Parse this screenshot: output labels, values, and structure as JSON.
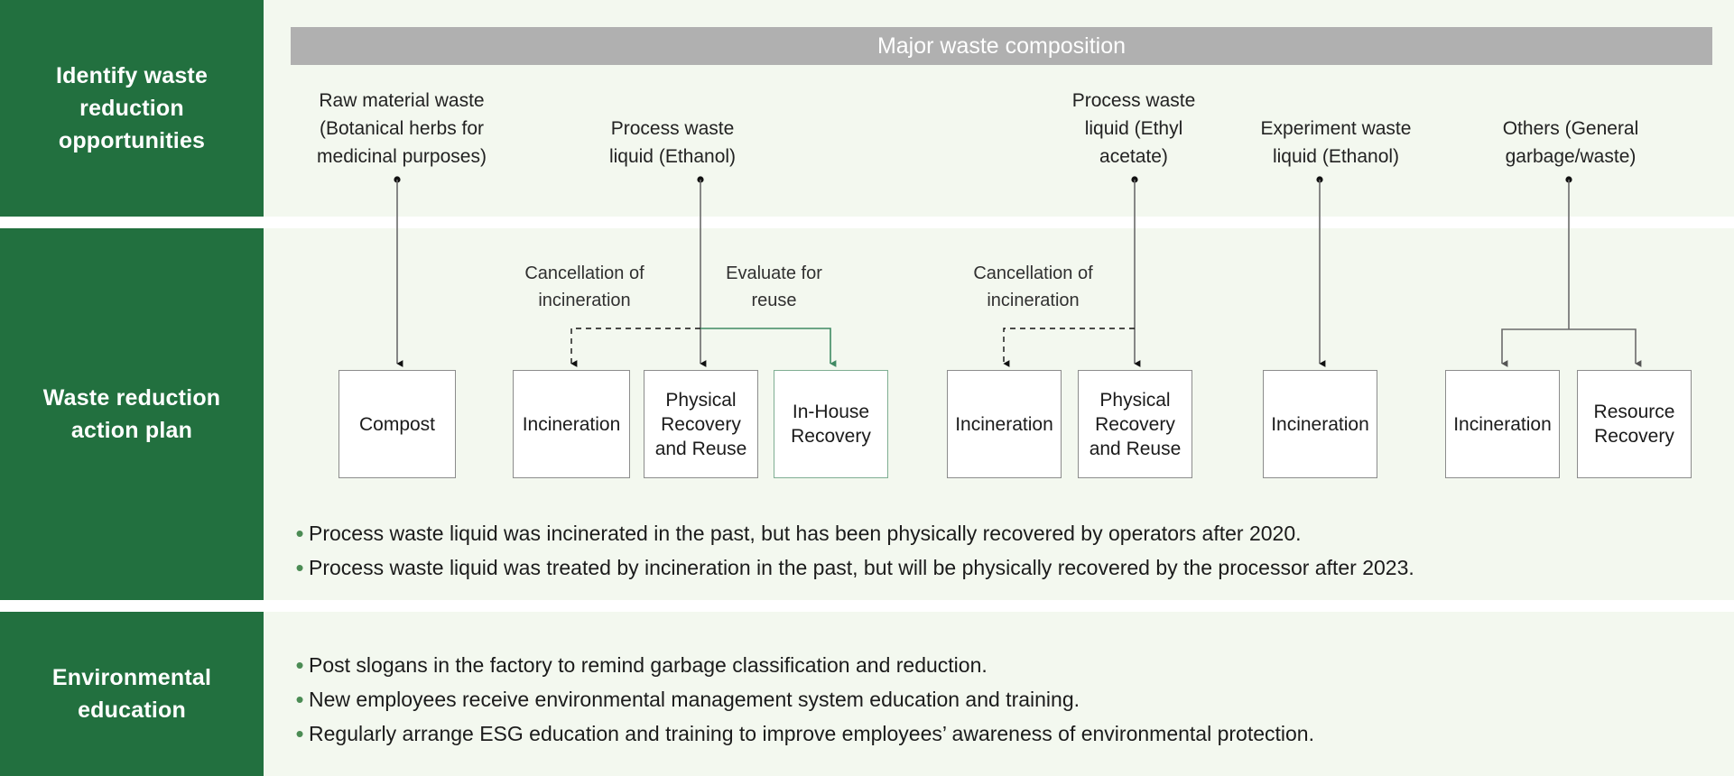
{
  "rows": [
    {
      "label": "Identify waste reduction opportunities"
    },
    {
      "label": "Waste reduction action plan"
    },
    {
      "label": "Environmental education"
    }
  ],
  "header": {
    "title": "Major waste composition",
    "bar_color": "#b0b0b0"
  },
  "theme": {
    "panel_green": "#22703f",
    "page_bg": "#f3f8ef",
    "bullet_green": "#4b8c54",
    "accent_green": "#3f8a63"
  },
  "sources": [
    {
      "id": "raw-material-waste",
      "label": "Raw material waste (Botanical herbs for medicinal purposes)"
    },
    {
      "id": "process-waste-ethanol",
      "label": "Process waste liquid (Ethanol)"
    },
    {
      "id": "process-waste-ethyl-acetate",
      "label": "Process waste liquid (Ethyl acetate)"
    },
    {
      "id": "experiment-waste-ethanol",
      "label": "Experiment waste liquid (Ethanol)"
    },
    {
      "id": "others-general-garbage",
      "label": "Others (General garbage/waste)"
    }
  ],
  "annotations": [
    {
      "id": "cancellation-of-incineration-1",
      "label": "Cancellation of incineration"
    },
    {
      "id": "evaluate-for-reuse",
      "label": "Evaluate for reuse"
    },
    {
      "id": "cancellation-of-incineration-2",
      "label": "Cancellation of incineration"
    }
  ],
  "actions": [
    {
      "id": "compost",
      "label": "Compost",
      "style": "plain"
    },
    {
      "id": "incineration-1",
      "label": "Incineration",
      "style": "plain"
    },
    {
      "id": "physical-recovery-and-reuse-1",
      "label": "Physical Recovery and Reuse",
      "style": "plain"
    },
    {
      "id": "in-house-recovery",
      "label": "In-House Recovery",
      "style": "green"
    },
    {
      "id": "incineration-2",
      "label": "Incineration",
      "style": "plain"
    },
    {
      "id": "physical-recovery-and-reuse-2",
      "label": "Physical Recovery and Reuse",
      "style": "plain"
    },
    {
      "id": "incineration-3",
      "label": "Incineration",
      "style": "plain"
    },
    {
      "id": "incineration-4",
      "label": "Incineration",
      "style": "plain"
    },
    {
      "id": "resource-recovery",
      "label": "Resource Recovery",
      "style": "plain"
    }
  ],
  "notes": [
    "Process waste liquid was incinerated in the past, but has been physically recovered by operators after 2020.",
    "Process waste liquid was treated by incineration in the past, but will be physically recovered by the processor after 2023."
  ],
  "education": [
    "Post slogans in the factory to remind garbage classification and reduction.",
    "New employees receive environmental management system education and training.",
    "Regularly arrange ESG education and training to improve employees’ awareness of environmental protection."
  ],
  "bullet_glyph": "•"
}
